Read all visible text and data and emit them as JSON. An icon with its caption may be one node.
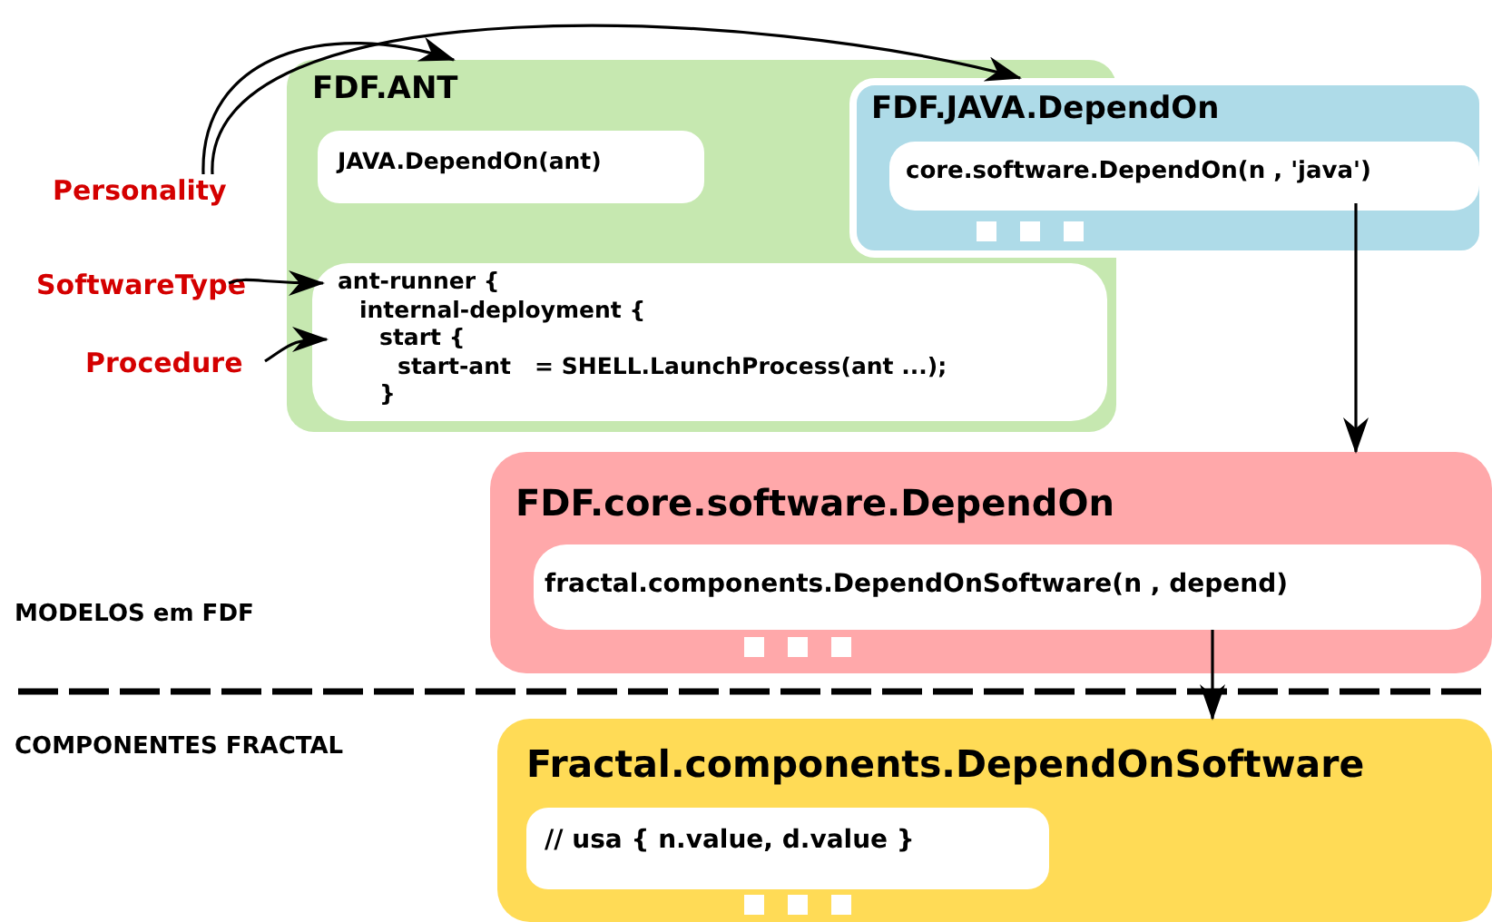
{
  "diagram": {
    "nodes": [
      {
        "text": [
          "FDF.ANT"
        ]
      },
      {
        "text": [
          "JAVA.DependOn(ant)"
        ],
        "in": 0
      },
      {
        "text": [
          "ant-runner {",
          "internal-deployment {",
          "start {",
          "start-ant   = SHELL.LaunchProcess(ant ...);",
          "}"
        ],
        "in": 0
      },
      {
        "text": [
          "FDF.JAVA.DependOn"
        ]
      },
      {
        "text": [
          "core.software.DependOn(n , 'java')"
        ],
        "in": 3
      },
      {
        "text": [
          "FDF.core.software.DependOn"
        ]
      },
      {
        "text": [
          "fractal.components.DependOnSoftware(n , depend)"
        ],
        "in": 5
      },
      {
        "text": [
          "Fractal.components.DependOnSoftware"
        ]
      },
      {
        "text": [
          "// usa { n.value, d.value }"
        ],
        "in": 7
      },
      {
        "text": [
          "Personality"
        ]
      },
      {
        "text": [
          "SoftwareType"
        ]
      },
      {
        "text": [
          "Procedure"
        ]
      }
    ],
    "edges": [
      {
        "from": 9,
        "to": 0,
        "arrow": "to"
      },
      {
        "from": 9,
        "to": 3,
        "arrow": "to"
      },
      {
        "from": 10,
        "to": 2,
        "arrow": "to"
      },
      {
        "from": 11,
        "to": 2,
        "arrow": "to"
      },
      {
        "from": 4,
        "to": 5,
        "arrow": "to"
      },
      {
        "from": 6,
        "to": 7,
        "arrow": "to"
      }
    ],
    "labels": [
      "MODELOS em FDF",
      "COMPONENTES FRACTAL"
    ]
  }
}
